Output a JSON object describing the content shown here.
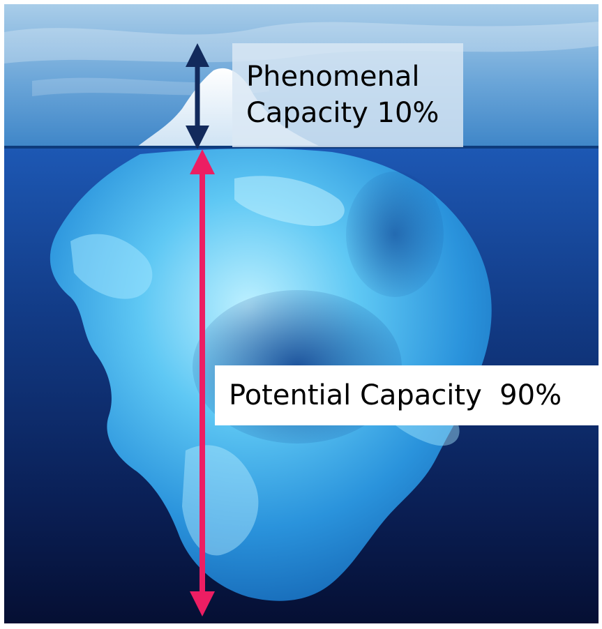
{
  "image": {
    "subject": "iceberg",
    "colors": {
      "sky_top": "#9fc6e6",
      "sky_bottom": "#3f86c8",
      "sea_top": "#1b4fa8",
      "sea_deep": "#06123a",
      "ice_light": "#c9f2ff",
      "ice_mid": "#3fb4ec",
      "ice_dark": "#1675c4",
      "arrow_surface": "#122a5c",
      "arrow_underwater": "#ec1e63"
    }
  },
  "labels": {
    "phenomenal_line1": "Phenomenal",
    "phenomenal_line2": "Capacity 10%",
    "potential": "Potential Capacity  90%"
  },
  "icons": {
    "surface_arrow": "double-arrow-vertical-icon",
    "underwater_arrow": "double-arrow-vertical-icon"
  }
}
